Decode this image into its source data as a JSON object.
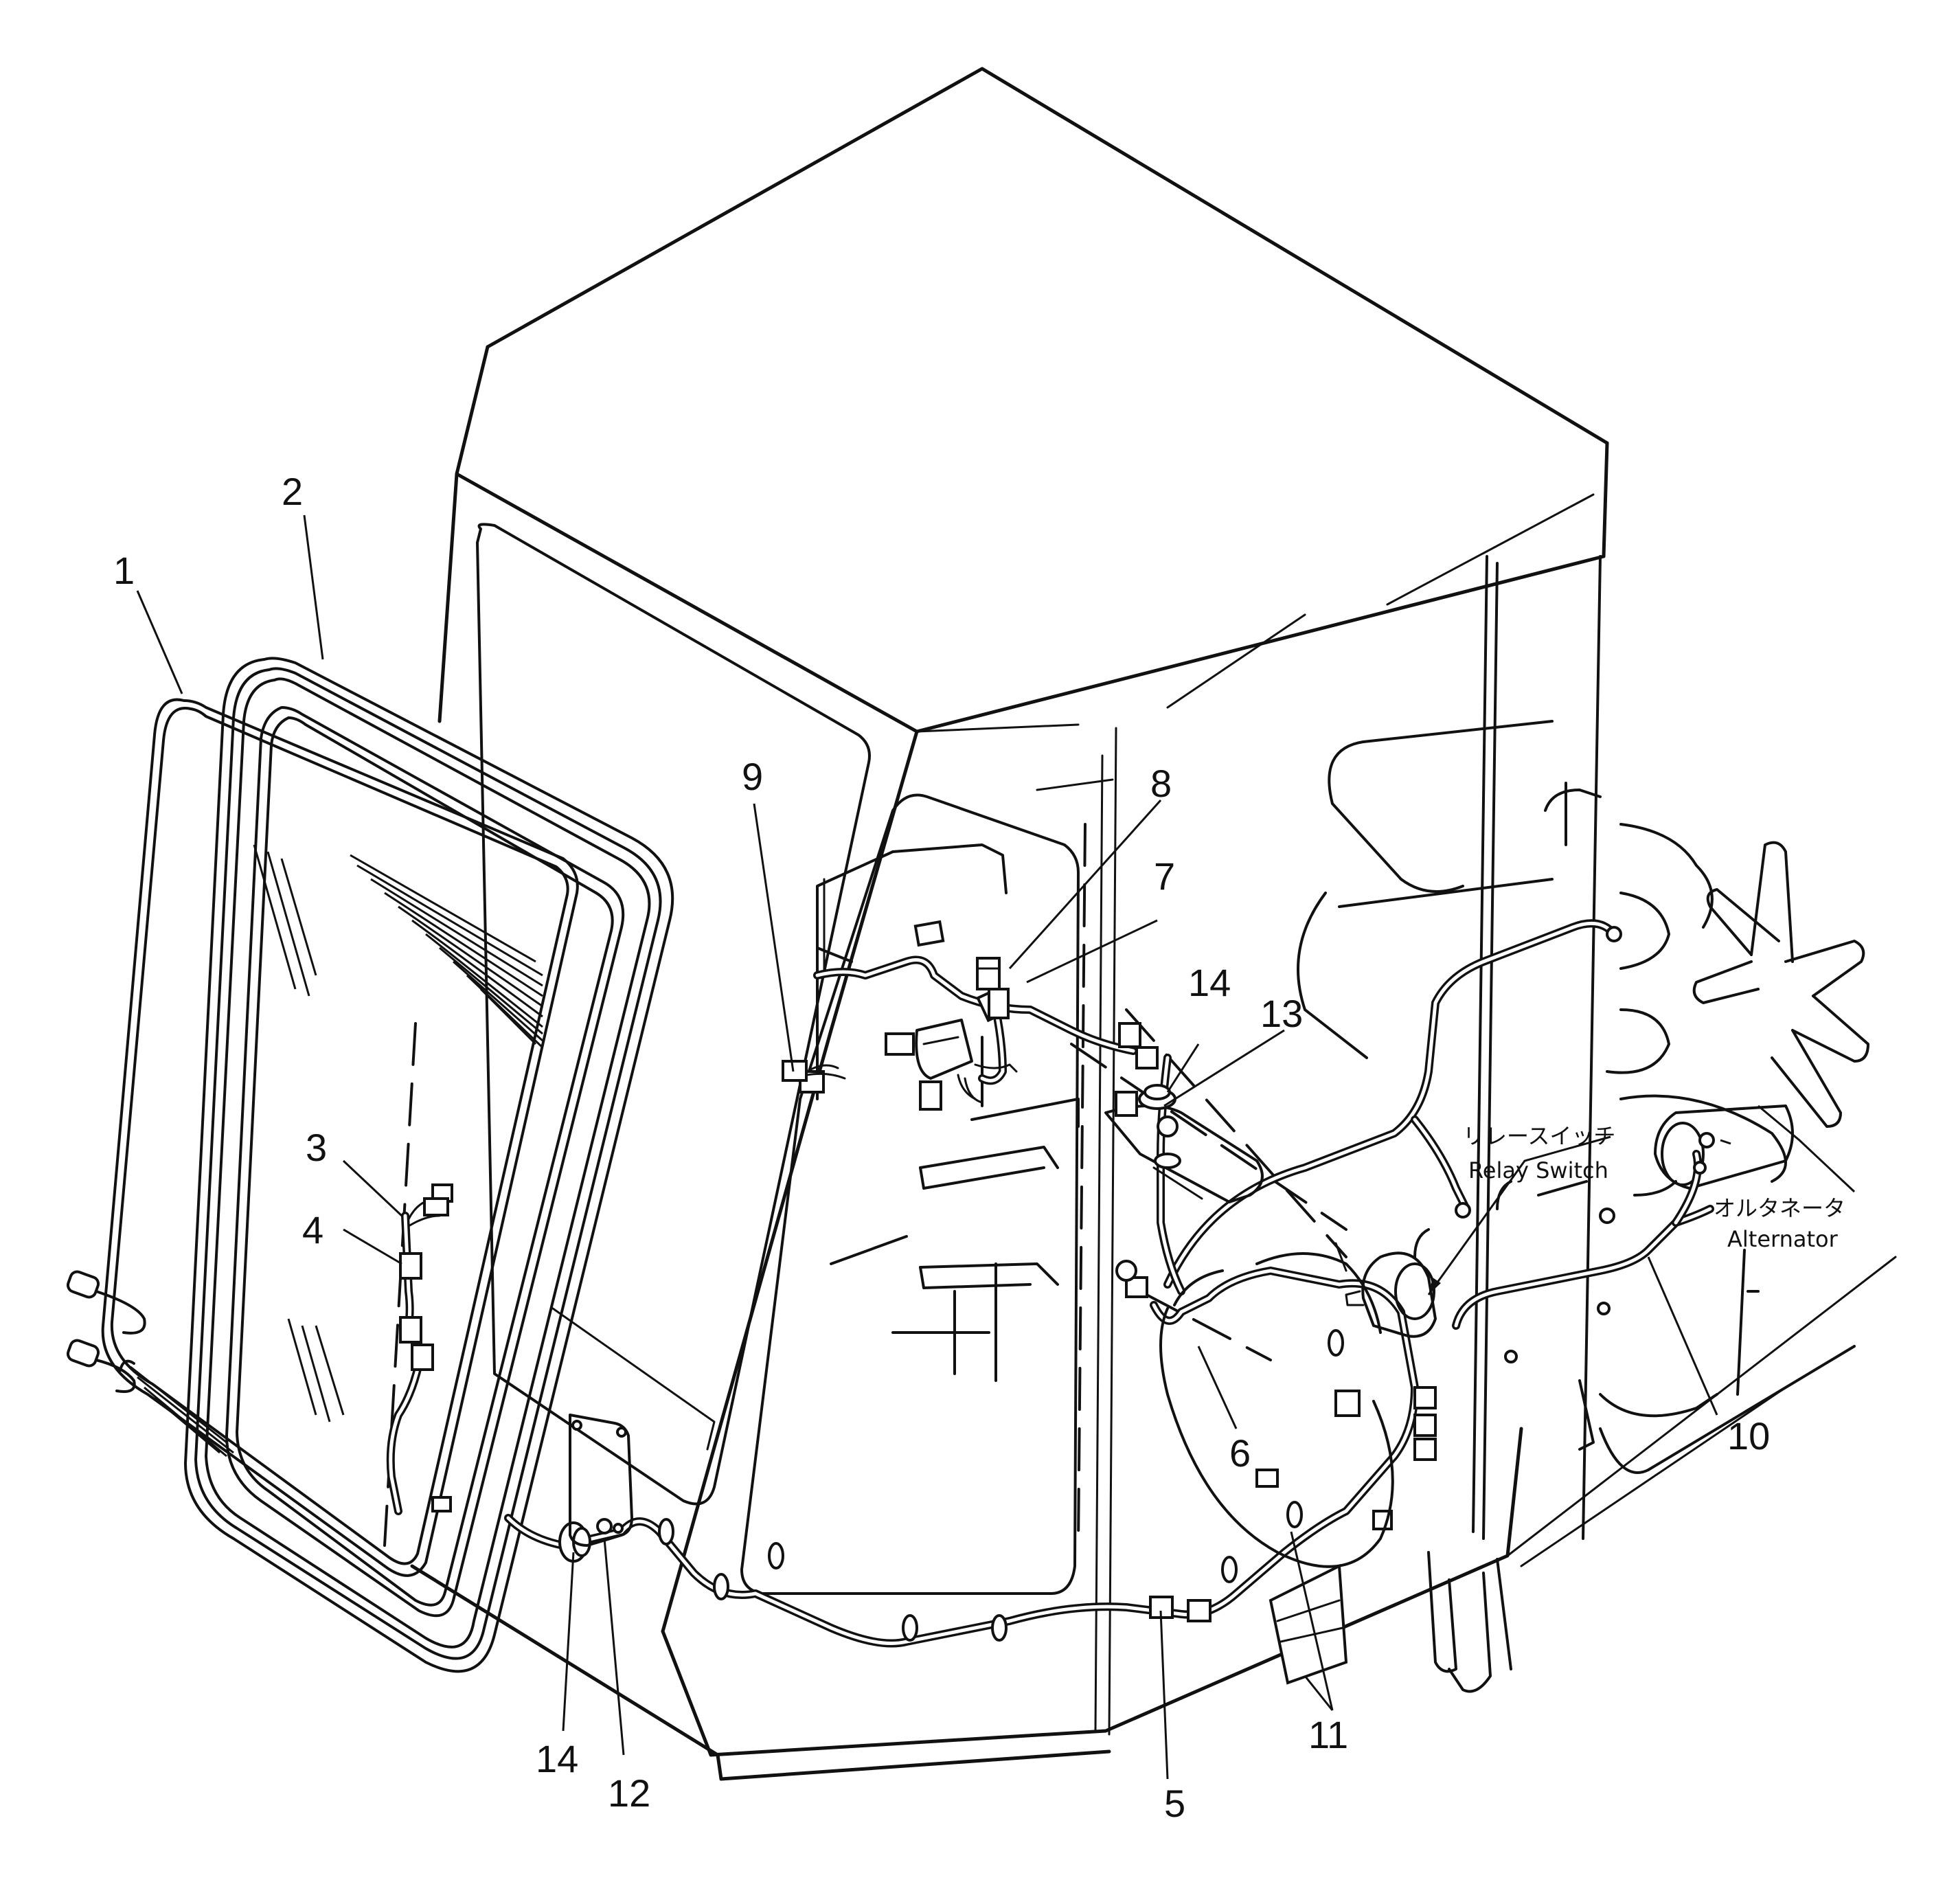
{
  "callouts": [
    {
      "id": "1",
      "label": "1"
    },
    {
      "id": "2",
      "label": "2"
    },
    {
      "id": "3",
      "label": "3"
    },
    {
      "id": "4",
      "label": "4"
    },
    {
      "id": "5",
      "label": "5"
    },
    {
      "id": "6",
      "label": "6"
    },
    {
      "id": "7",
      "label": "7"
    },
    {
      "id": "8",
      "label": "8"
    },
    {
      "id": "9",
      "label": "9"
    },
    {
      "id": "10",
      "label": "10"
    },
    {
      "id": "11",
      "label": "11"
    },
    {
      "id": "12",
      "label": "12"
    },
    {
      "id": "13",
      "label": "13"
    },
    {
      "id": "14a",
      "label": "14"
    },
    {
      "id": "14b",
      "label": "14"
    }
  ],
  "labels": {
    "relay_jp": "リレースイッチ",
    "relay_en": "Relay Switch",
    "alternator_jp": "オルタネータ",
    "alternator_en": "Alternator"
  }
}
